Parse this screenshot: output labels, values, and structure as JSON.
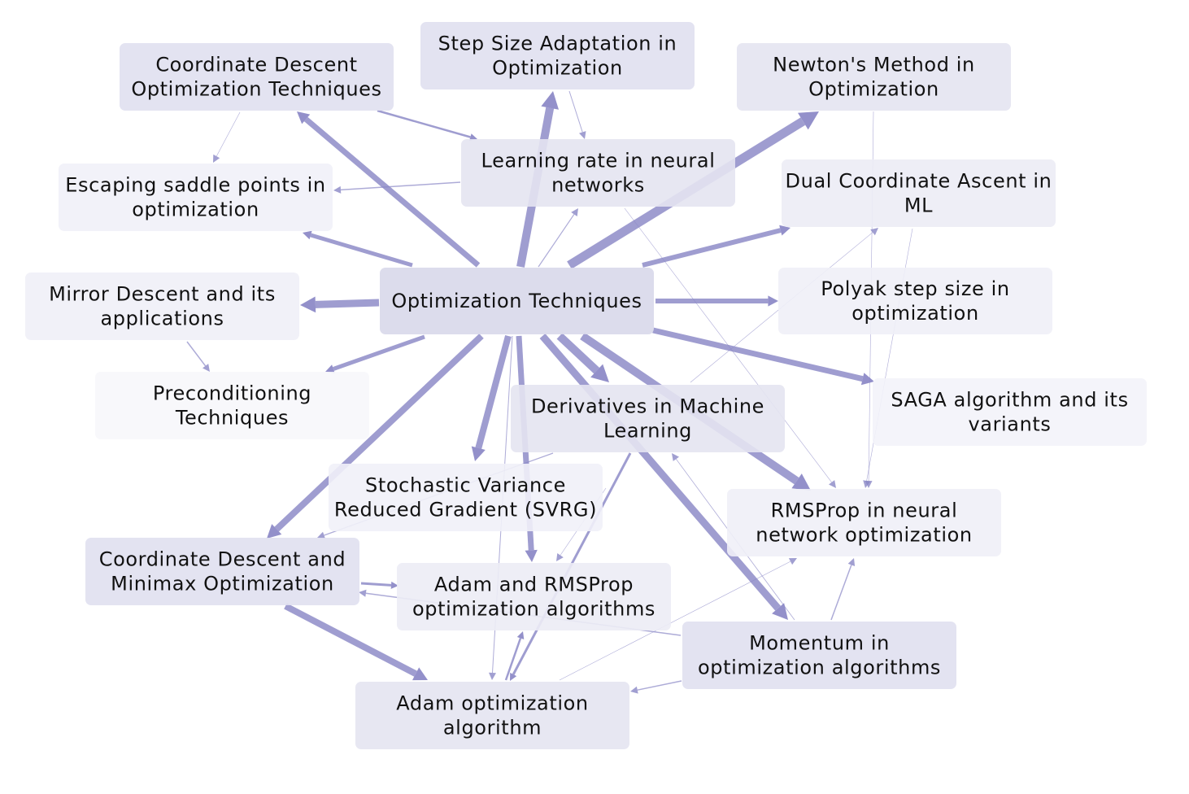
{
  "diagram": {
    "edge_color": "#8a87c6",
    "nodes": [
      {
        "id": "optimization-techniques",
        "lines": [
          "Optimization Techniques"
        ],
        "fill": "#d8d8ea"
      },
      {
        "id": "coordinate-descent-optimization-techniques",
        "lines": [
          "Coordinate Descent",
          "Optimization Techniques"
        ],
        "fill": "#e0e0ef"
      },
      {
        "id": "step-size-adaptation",
        "lines": [
          "Step Size Adaptation in",
          "Optimization"
        ],
        "fill": "#e0e0ef"
      },
      {
        "id": "newtons-method",
        "lines": [
          "Newton's Method in",
          "Optimization"
        ],
        "fill": "#e4e4f1"
      },
      {
        "id": "learning-rate-neural-networks",
        "lines": [
          "Learning rate in neural",
          "networks"
        ],
        "fill": "#e4e4f1"
      },
      {
        "id": "escaping-saddle-points",
        "lines": [
          "Escaping saddle points in",
          "optimization"
        ],
        "fill": "#f1f1f8"
      },
      {
        "id": "dual-coordinate-ascent",
        "lines": [
          "Dual Coordinate Ascent in",
          "ML"
        ],
        "fill": "#ececf5"
      },
      {
        "id": "mirror-descent",
        "lines": [
          "Mirror Descent and its",
          "applications"
        ],
        "fill": "#f0f0f7"
      },
      {
        "id": "polyak-step-size",
        "lines": [
          "Polyak step size in",
          "optimization"
        ],
        "fill": "#efeff7"
      },
      {
        "id": "preconditioning-techniques",
        "lines": [
          "Preconditioning",
          "Techniques"
        ],
        "fill": "#f7f7fb"
      },
      {
        "id": "derivatives-machine-learning",
        "lines": [
          "Derivatives in Machine",
          "Learning"
        ],
        "fill": "#e4e4f1"
      },
      {
        "id": "saga-algorithm",
        "lines": [
          "SAGA algorithm and its",
          "variants"
        ],
        "fill": "#f3f3f9"
      },
      {
        "id": "svrg",
        "lines": [
          "Stochastic Variance",
          "Reduced Gradient (SVRG)"
        ],
        "fill": "#f1f1f8"
      },
      {
        "id": "rmsprop-neural-network",
        "lines": [
          "RMSProp in neural",
          "network optimization"
        ],
        "fill": "#efeff7"
      },
      {
        "id": "coordinate-descent-minimax",
        "lines": [
          "Coordinate Descent and",
          "Minimax Optimization"
        ],
        "fill": "#e0e0ef"
      },
      {
        "id": "adam-and-rmsprop",
        "lines": [
          "Adam and RMSProp",
          "optimization algorithms"
        ],
        "fill": "#ececf5"
      },
      {
        "id": "momentum-optimization",
        "lines": [
          "Momentum in",
          "optimization algorithms"
        ],
        "fill": "#e0e0ef"
      },
      {
        "id": "adam-optimization-algorithm",
        "lines": [
          "Adam optimization",
          "algorithm"
        ],
        "fill": "#e4e4f1"
      }
    ],
    "edges": [
      {
        "from": "optimization-techniques",
        "to": "coordinate-descent-optimization-techniques",
        "weight": 7
      },
      {
        "from": "optimization-techniques",
        "to": "step-size-adaptation",
        "weight": 10
      },
      {
        "from": "optimization-techniques",
        "to": "newtons-method",
        "weight": 11
      },
      {
        "from": "optimization-techniques",
        "to": "learning-rate-neural-networks",
        "weight": 1.2
      },
      {
        "from": "optimization-techniques",
        "to": "escaping-saddle-points",
        "weight": 5
      },
      {
        "from": "optimization-techniques",
        "to": "dual-coordinate-ascent",
        "weight": 6
      },
      {
        "from": "optimization-techniques",
        "to": "mirror-descent",
        "weight": 9
      },
      {
        "from": "optimization-techniques",
        "to": "polyak-step-size",
        "weight": 6
      },
      {
        "from": "optimization-techniques",
        "to": "preconditioning-techniques",
        "weight": 5
      },
      {
        "from": "optimization-techniques",
        "to": "saga-algorithm",
        "weight": 7
      },
      {
        "from": "optimization-techniques",
        "to": "derivatives-machine-learning",
        "weight": 10
      },
      {
        "from": "optimization-techniques",
        "to": "svrg",
        "weight": 8
      },
      {
        "from": "optimization-techniques",
        "to": "rmsprop-neural-network",
        "weight": 10
      },
      {
        "from": "optimization-techniques",
        "to": "coordinate-descent-minimax",
        "weight": 8
      },
      {
        "from": "optimization-techniques",
        "to": "adam-and-rmsprop",
        "weight": 7
      },
      {
        "from": "optimization-techniques",
        "to": "momentum-optimization",
        "weight": 9
      },
      {
        "from": "optimization-techniques",
        "to": "adam-optimization-algorithm",
        "weight": 1
      },
      {
        "from": "coordinate-descent-optimization-techniques",
        "to": "learning-rate-neural-networks",
        "weight": 2.5
      },
      {
        "from": "coordinate-descent-optimization-techniques",
        "to": "escaping-saddle-points",
        "weight": 0.6
      },
      {
        "from": "step-size-adaptation",
        "to": "learning-rate-neural-networks",
        "weight": 1
      },
      {
        "from": "learning-rate-neural-networks",
        "to": "escaping-saddle-points",
        "weight": 1.5
      },
      {
        "from": "learning-rate-neural-networks",
        "to": "rmsprop-neural-network",
        "weight": 0.6
      },
      {
        "from": "newtons-method",
        "to": "rmsprop-neural-network",
        "weight": 0.6
      },
      {
        "from": "dual-coordinate-ascent",
        "to": "rmsprop-neural-network",
        "weight": 0.6
      },
      {
        "from": "mirror-descent",
        "to": "preconditioning-techniques",
        "weight": 1.5
      },
      {
        "from": "derivatives-machine-learning",
        "to": "dual-coordinate-ascent",
        "weight": 0.6
      },
      {
        "from": "derivatives-machine-learning",
        "to": "coordinate-descent-minimax",
        "weight": 1.2
      },
      {
        "from": "derivatives-machine-learning",
        "to": "adam-optimization-algorithm",
        "weight": 3
      },
      {
        "from": "svrg",
        "to": "adam-and-rmsprop",
        "weight": 0.6
      },
      {
        "from": "coordinate-descent-minimax",
        "to": "adam-and-rmsprop",
        "weight": 3
      },
      {
        "from": "coordinate-descent-minimax",
        "to": "adam-optimization-algorithm",
        "weight": 8
      },
      {
        "from": "momentum-optimization",
        "to": "coordinate-descent-minimax",
        "weight": 1.5
      },
      {
        "from": "momentum-optimization",
        "to": "adam-optimization-algorithm",
        "weight": 1.5
      },
      {
        "from": "momentum-optimization",
        "to": "rmsprop-neural-network",
        "weight": 1.5
      },
      {
        "from": "momentum-optimization",
        "to": "derivatives-machine-learning",
        "weight": 0.8
      },
      {
        "from": "adam-optimization-algorithm",
        "to": "adam-and-rmsprop",
        "weight": 2.5
      },
      {
        "from": "adam-optimization-algorithm",
        "to": "rmsprop-neural-network",
        "weight": 0.6
      }
    ]
  }
}
